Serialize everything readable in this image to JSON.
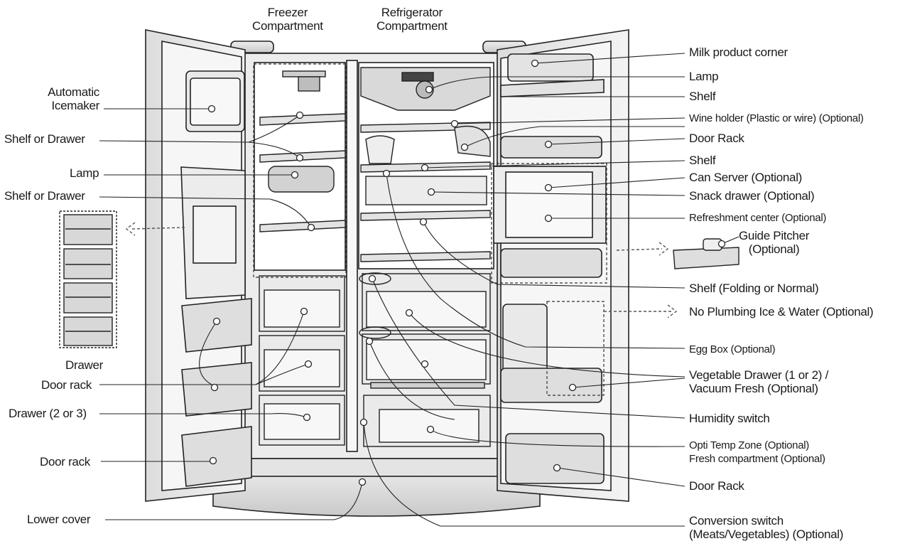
{
  "top_labels": {
    "freezer": [
      "Freezer",
      "Compartment"
    ],
    "refrigerator": [
      "Refrigerator",
      "Compartment"
    ]
  },
  "left_labels": {
    "icemaker": [
      "Automatic",
      "Icemaker"
    ],
    "shelf_drawer_1": "Shelf or Drawer",
    "lamp": "Lamp",
    "shelf_drawer_2": "Shelf or Drawer",
    "drawer": "Drawer",
    "door_rack_1": "Door rack",
    "drawer_2_or_3": "Drawer (2 or 3)",
    "door_rack_2": "Door rack",
    "lower_cover": "Lower cover"
  },
  "right_labels": {
    "milk_product_corner": "Milk product corner",
    "lamp": "Lamp",
    "shelf_1": "Shelf",
    "wine_holder": "Wine holder (Plastic or wire) (Optional)",
    "door_rack_1": "Door Rack",
    "shelf_2": "Shelf",
    "can_server": "Can Server (Optional)",
    "snack_drawer": "Snack drawer (Optional)",
    "refreshment_center": "Refreshment center (Optional)",
    "guide_pitcher": [
      "Guide Pitcher",
      "(Optional)"
    ],
    "shelf_folding": "Shelf (Folding or Normal)",
    "no_plumbing": "No Plumbing Ice & Water (Optional)",
    "egg_box": "Egg Box (Optional)",
    "vegetable_drawer": [
      "Vegetable Drawer (1 or 2) /",
      "Vacuum Fresh (Optional)"
    ],
    "humidity_switch": "Humidity switch",
    "opti_temp": [
      "Opti Temp Zone (Optional)",
      "Fresh compartment (Optional)"
    ],
    "door_rack_2": "Door Rack",
    "conversion_switch": [
      "Conversion switch",
      "(Meats/Vegetables) (Optional)"
    ]
  },
  "colors": {
    "line": "#222222",
    "fill": "#f2f2f2",
    "shade": "#d6d6d6",
    "dark": "#555555"
  }
}
